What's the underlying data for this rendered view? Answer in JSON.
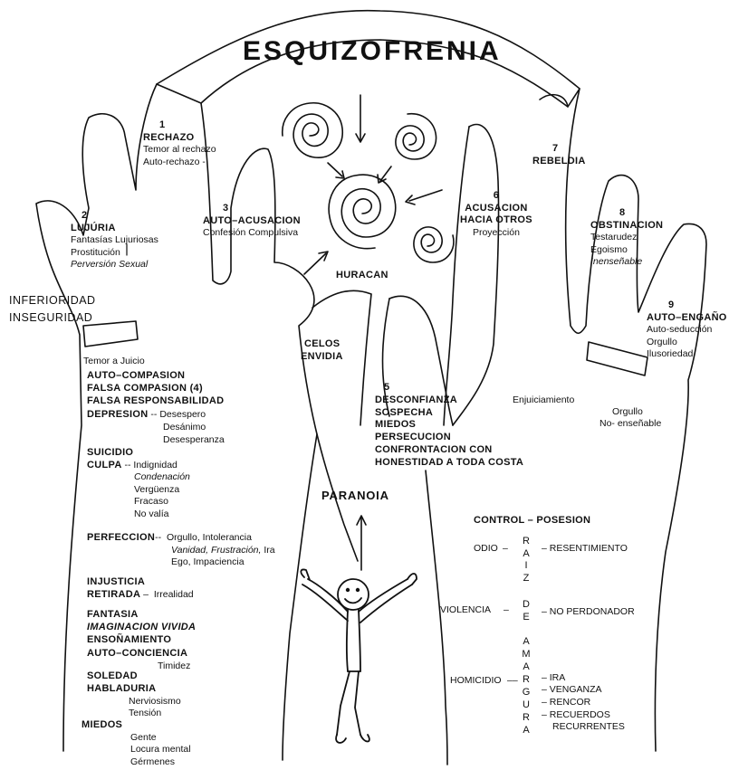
{
  "title": "ESQUIZOFRENIA",
  "center_label": "HURACAN",
  "fingers": {
    "f1": {
      "num": "1",
      "head": "RECHAZO",
      "l1": "Temor al rechazo",
      "l2": "Auto-rechazo -"
    },
    "f2": {
      "num": "2",
      "head": "LUJÚRIA",
      "l1": "Fantasías Lujuriosas",
      "l2": "Prostitución",
      "l3": "Perversión Sexual"
    },
    "f3": {
      "num": "3",
      "head": "AUTO–ACUSACION",
      "l1": "Confesión Compulsiva"
    },
    "f6": {
      "num": "6",
      "head1": "ACUSACION",
      "head2": "HACIA OTROS",
      "l1": "Proyección"
    },
    "f7": {
      "num": "7",
      "head": "REBELDIA"
    },
    "f8": {
      "num": "8",
      "head": "OBSTINACION",
      "l1": "Testarudez",
      "l2": "Egoismo",
      "l3": "Inenseñable"
    },
    "f9": {
      "num": "9",
      "head": "AUTO–ENGAÑO",
      "l1": "Auto-seducción",
      "l2": "Orgullo",
      "l3": "Ilusoriedad"
    }
  },
  "left_labels": {
    "inferioridad": "INFERIORIDAD",
    "inseguridad": "INSEGURIDAD",
    "temor_juicio": "Temor a Juicio"
  },
  "celos": {
    "l1": "CELOS",
    "l2": "ENVIDIA"
  },
  "center_block": {
    "num": "5",
    "l1": "DESCONFIANZA",
    "l2": "SOSPECHA",
    "l3": "MIEDOS",
    "l4": "PERSECUCION",
    "l5": "CONFRONTACION CON",
    "l6": "HONESTIDAD A TODA COSTA"
  },
  "right_misc": {
    "enjuiciamiento": "Enjuiciamiento",
    "orgullo": "Orgullo",
    "no_ensenable": "No- enseñable"
  },
  "paranoia": "PARANOIA",
  "left_column": {
    "a1": "AUTO–COMPASION",
    "a2": "FALSA COMPASION (4)",
    "a3": "FALSA RESPONSABILIDAD",
    "dep": "DEPRESION",
    "dep_arrow": "--",
    "dep1": "Desespero",
    "dep2": "Desánimo",
    "dep3": "Desesperanza",
    "suicidio": "SUICIDIO",
    "culpa": "CULPA",
    "culpa_arrow": "--",
    "c1": "Indignidad",
    "c2": "Condenación",
    "c3": "Vergüenza",
    "c4": "Fracaso",
    "c5": "No valía",
    "perf": "PERFECCION",
    "perf_arrow": "--",
    "p1": "Orgullo, Intolerancia",
    "p2a": "Vanidad, Frustración,",
    "p2b": "Ira",
    "p3": "Ego, Impaciencia",
    "injusticia": "INJUSTICIA",
    "retirada": "RETIRADA",
    "ret_arrow": "–",
    "irrealidad": "Irrealidad",
    "fantasia": "FANTASIA",
    "imag": "IMAGINACION VIVIDA",
    "enso": "ENSOÑAMIENTO",
    "autoc": "AUTO–CONCIENCIA",
    "timidez": "Timidez",
    "soledad": "SOLEDAD",
    "habla": "HABLADURIA",
    "nerv": "Nerviosismo",
    "tension": "Tensión",
    "miedos": "MIEDOS",
    "m1": "Gente",
    "m2": "Locura mental",
    "m3": "Gérmenes"
  },
  "right_column": {
    "control": "CONTROL – POSESION",
    "odio": "ODIO",
    "odio_dash": "–",
    "resent": "– RESENTIMIENTO",
    "violencia": "VIOLENCIA",
    "violencia_dash": "–",
    "noperd": "– NO PERDONADOR",
    "homicidio": "HOMICIDIO",
    "h_dash": "––",
    "ira": "– IRA",
    "venganza": "– VENGANZA",
    "rencor": "– RENCOR",
    "recuerdos": "– RECUERDOS",
    "recurrentes": "RECURRENTES",
    "raiz": [
      "R",
      "A",
      "I",
      "Z"
    ],
    "de": [
      "D",
      "E"
    ],
    "amargura": [
      "A",
      "M",
      "A",
      "R",
      "G",
      "U",
      "R",
      "A"
    ]
  }
}
